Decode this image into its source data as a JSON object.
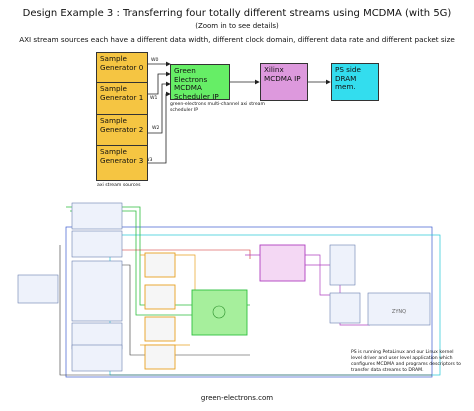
{
  "title": "Design Example 3 : Transferring four totally different streams using MCDMA (with 5G)",
  "zoom_hint": "(Zoom in to see details)",
  "subtitle": "AXI stream sources each have a different data width, different clock domain, different data rate and different packet size",
  "generators": [
    {
      "label": "Sample Generator 0",
      "port": "W0"
    },
    {
      "label": "Sample Generator 1",
      "port": "W1"
    },
    {
      "label": "Sample Generator 2",
      "port": "W2"
    },
    {
      "label": "Sample Generator 3",
      "port": "W3"
    }
  ],
  "generators_caption": "axi stream sources",
  "scheduler": {
    "label": "Green Electrons MCDMA Scheduler IP",
    "caption": "green-electrons multi-channel axi stream scheduler IP"
  },
  "xilinx": {
    "label": "Xilinx MCDMA IP"
  },
  "ps": {
    "label": "PS side DRAM mem."
  },
  "detail": {
    "zynq_label": "ZYNQ",
    "note": "PS is running PetaLinux and our Linux kernel level driver and user level application which configures MCDMA and programs descriptors to transfer data streams to DRAM."
  },
  "footer": "green-electrons.com",
  "colors": {
    "generator": "#f5c542",
    "scheduler": "#66ee66",
    "xilinx": "#dd99dd",
    "ps": "#33ddee"
  }
}
